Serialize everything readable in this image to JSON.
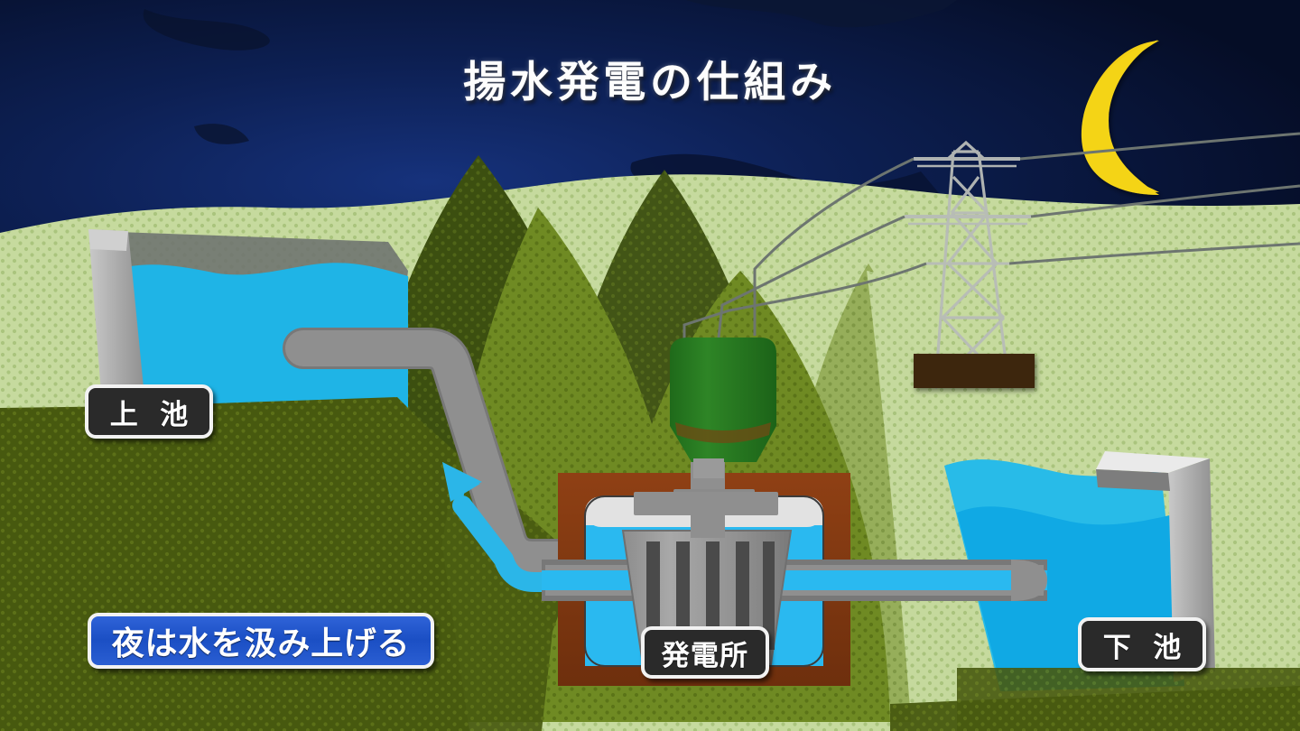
{
  "title": "揚水発電の仕組み",
  "labels": {
    "upper_reservoir": "上 池",
    "lower_reservoir": "下 池",
    "power_plant": "発電所",
    "caption": "夜は水を汲み上げる"
  },
  "icons": {
    "moon": "crescent-moon-icon",
    "pylon": "transmission-tower-icon",
    "generator": "generator-icon",
    "turbine": "turbine-icon",
    "flow_arrow": "water-flow-up-arrow-icon"
  },
  "colors": {
    "sky_deep": "#071230",
    "sky_glow": "#123075",
    "moon": "#f2cf14",
    "grass_light": "#c2d79a",
    "grass_mid": "#8aa03a",
    "grass_dark": "#4a5c14",
    "mountain_dark": "#3f5211",
    "water_light": "#28b5e0",
    "water_mid": "#12aee8",
    "water_dark": "#0fa5e2",
    "pipe_gray": "#8a8a8a",
    "concrete": "#b5b5b5",
    "building_brown": "#8a3d14",
    "generator_green": "#2a7a22",
    "turbine_gray": "#999999",
    "label_dark_bg": "#2a2a2a",
    "label_blue_bg": "#1b4fc4",
    "label_border": "#f2f2f2",
    "substation_brown": "#3d2710"
  },
  "scene": {
    "time_of_day": "night",
    "flow_direction": "upward",
    "description": "Pumped-storage hydroelectricity diagram at night"
  }
}
